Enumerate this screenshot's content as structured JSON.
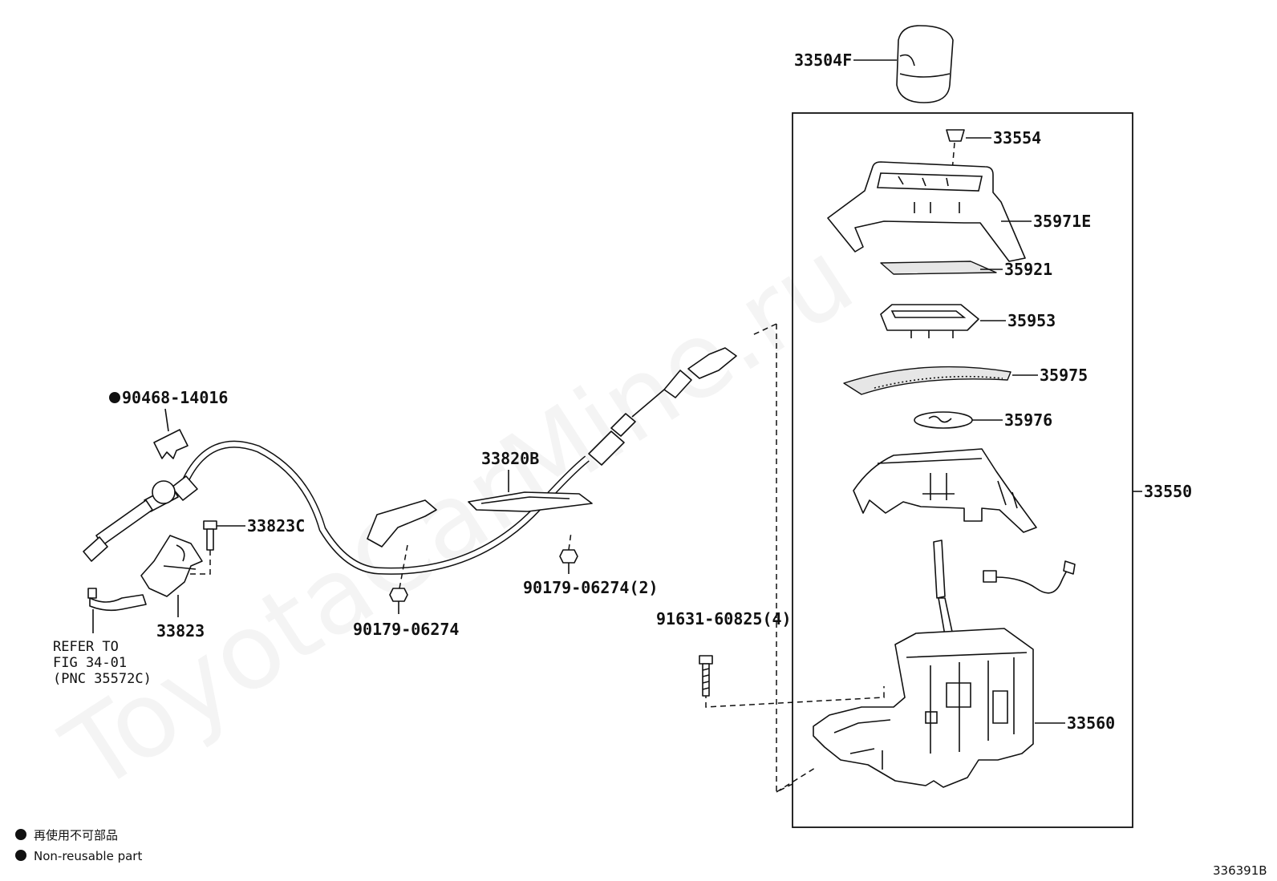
{
  "watermark": "ToyotaCarMine.ru",
  "figure_code": "336391B",
  "labels": {
    "p33504F": "33504F",
    "p33554": "33554",
    "p35971E": "35971E",
    "p35921": "35921",
    "p35953": "35953",
    "p35975": "35975",
    "p35976": "35976",
    "p33550": "33550",
    "p33560": "33560",
    "p90468": "90468-14016",
    "p33823C": "33823C",
    "p33823": "33823",
    "p33820B": "33820B",
    "p90179_a": "90179-06274",
    "p90179_b": "90179-06274(2)",
    "p91631": "91631-60825(4)"
  },
  "refer_note": {
    "line1": "REFER TO",
    "line2": "FIG 34-01",
    "line3": "(PNC 35572C)"
  },
  "legend": {
    "jp": "再使用不可部品",
    "en": "Non-reusable part"
  }
}
